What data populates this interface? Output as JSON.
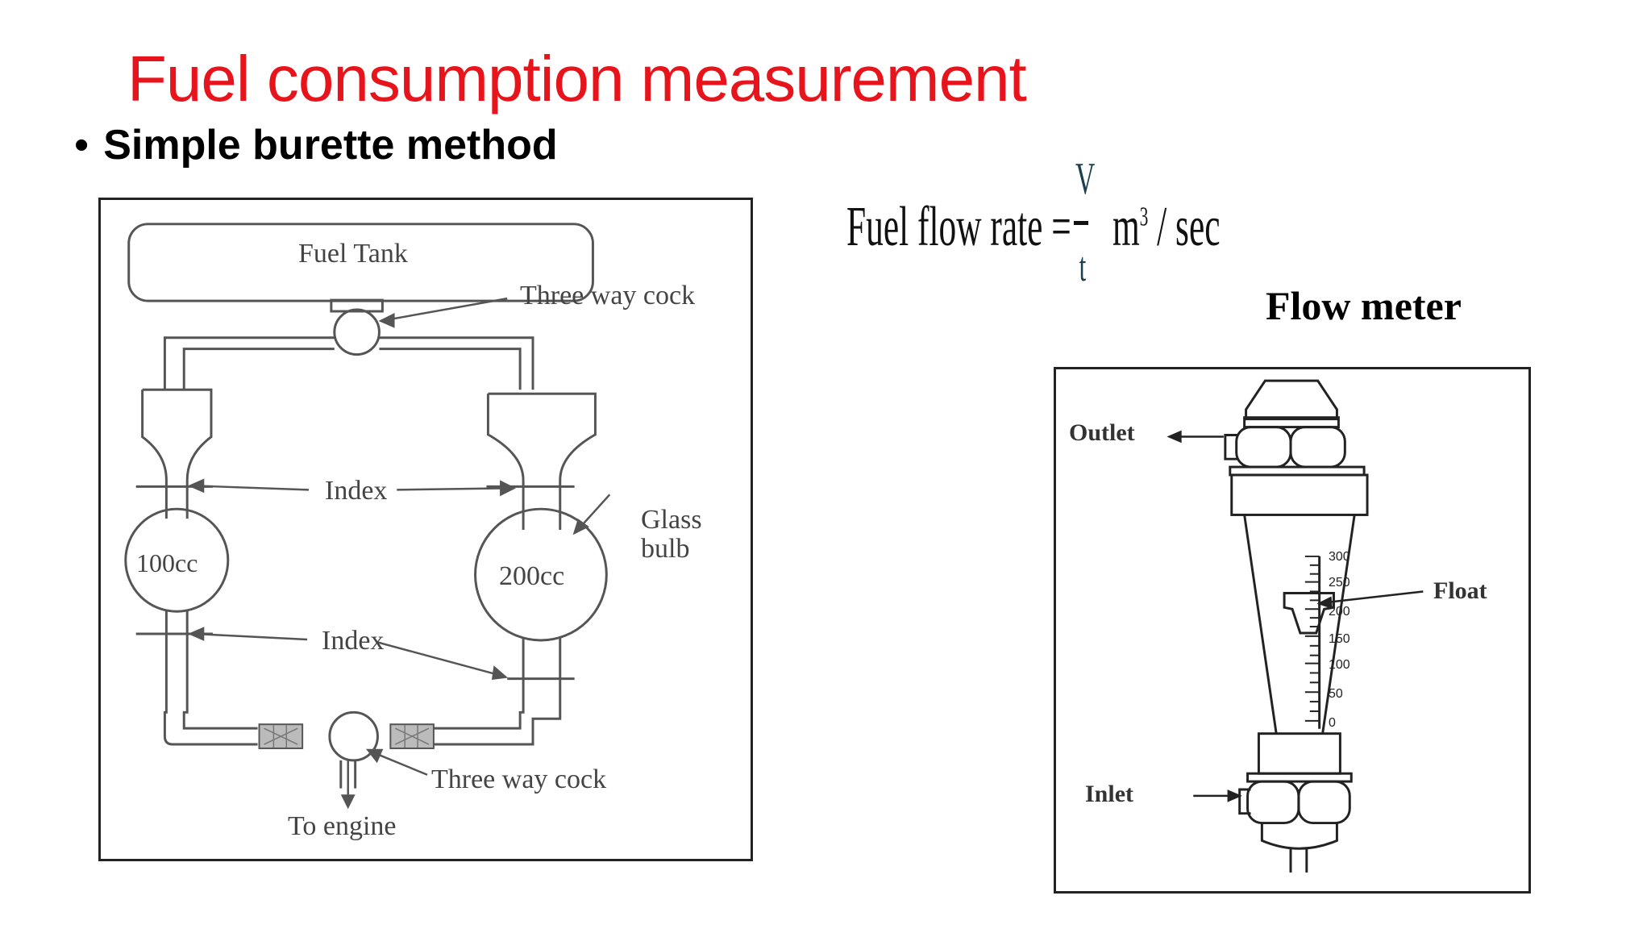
{
  "slide": {
    "title": "Fuel consumption measurement",
    "bullet": "Simple burette method",
    "bullet_symbol": "•",
    "title_color": "#e8141c"
  },
  "formula": {
    "lhs": "Fuel flow rate =",
    "numerator": "V",
    "denominator": "t",
    "unit_base": "m",
    "unit_exp": "3",
    "unit_rest": " / sec"
  },
  "burette_diagram": {
    "fuel_tank": "Fuel Tank",
    "three_way_cock_top": "Three way cock",
    "index_top": "Index",
    "glass_bulb_line1": "Glass",
    "glass_bulb_line2": "bulb",
    "bulb_left": "100cc",
    "bulb_right": "200cc",
    "index_bottom": "Index",
    "three_way_cock_bottom": "Three way cock",
    "to_engine": "To engine"
  },
  "flow_meter": {
    "title": "Flow meter",
    "outlet": "Outlet",
    "inlet": "Inlet",
    "float": "Float",
    "scale": [
      "300",
      "250",
      "200",
      "150",
      "100",
      "50",
      "0"
    ]
  }
}
